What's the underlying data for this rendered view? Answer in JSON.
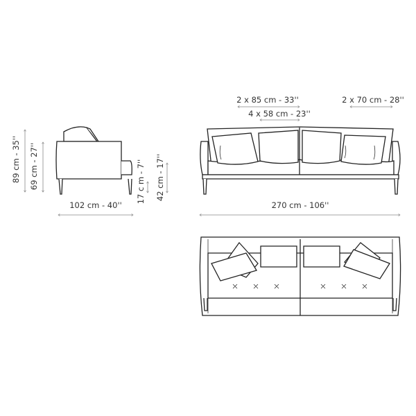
{
  "side_view": {
    "height_total": "89 cm - 35''",
    "height_arm": "69 cm - 27''",
    "depth": "102 cm - 40''",
    "leg_height": "17 c m - 7''",
    "seat_height": "42 cm - 17''"
  },
  "front_view": {
    "back_cushions": "2 x 85 cm - 33''",
    "seat_cushions": "4 x 58 cm - 23''",
    "side_cushions": "2 x 70 cm - 28''",
    "width": "270 cm - 106''"
  }
}
